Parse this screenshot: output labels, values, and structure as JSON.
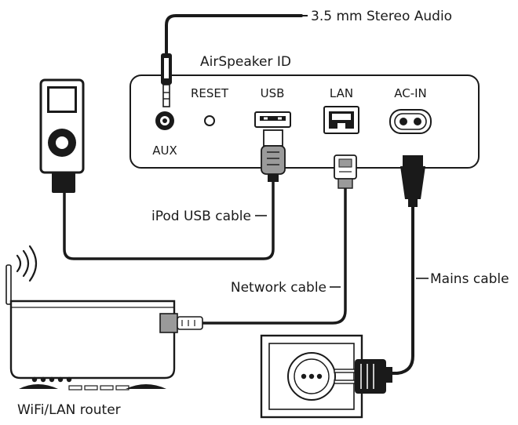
{
  "diagram": {
    "device_label": "AirSpeaker ID",
    "ports": {
      "aux": "AUX",
      "reset": "RESET",
      "usb": "USB",
      "lan": "LAN",
      "ac_in": "AC-IN"
    },
    "callouts": {
      "stereo_audio": "3.5 mm Stereo Audio",
      "ipod_usb_cable": "iPod USB cable",
      "network_cable": "Network cable",
      "mains_cable": "Mains cable"
    },
    "router_label": "WiFi/LAN router",
    "colors": {
      "line": "#1a1a1a",
      "panel_fill": "#ffffff",
      "dark_fill": "#1a1a1a",
      "grey_fill": "#9a9a9a"
    }
  }
}
